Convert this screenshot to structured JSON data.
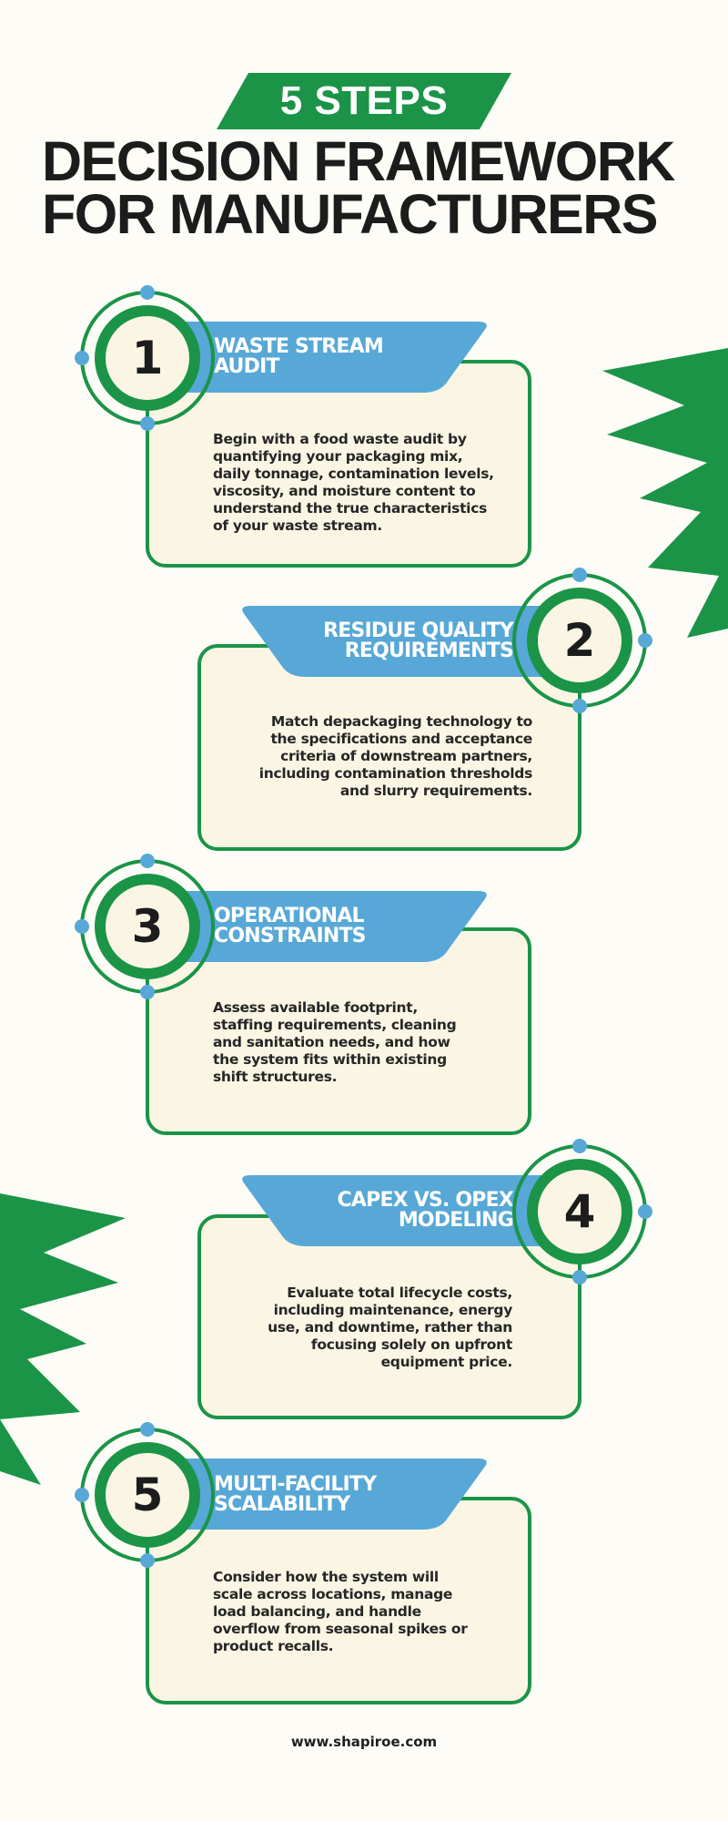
{
  "header": {
    "badge": "5 STEPS",
    "title_line1": "DECISION FRAMEWORK",
    "title_line2": "FOR MANUFACTURERS"
  },
  "colors": {
    "background": "#fdfcf7",
    "green": "#1b9447",
    "blue": "#57a8d6",
    "card_fill": "#fbf6e4",
    "text": "#1c1c1c"
  },
  "steps": [
    {
      "number": "1",
      "title_line1": "WASTE STREAM",
      "title_line2": "AUDIT",
      "description": [
        "Begin with a food waste audit by",
        "quantifying your packaging mix,",
        "daily tonnage, contamination levels,",
        "viscosity, and moisture content to",
        "understand the true characteristics",
        "of your waste stream."
      ]
    },
    {
      "number": "2",
      "title_line1": "RESIDUE QUALITY",
      "title_line2": "REQUIREMENTS",
      "description": [
        "Match depackaging technology to",
        "the specifications and acceptance",
        "criteria of downstream partners,",
        "including contamination thresholds",
        "and slurry requirements."
      ]
    },
    {
      "number": "3",
      "title_line1": "OPERATIONAL",
      "title_line2": "CONSTRAINTS",
      "description": [
        "Assess available footprint,",
        "staffing requirements, cleaning",
        "and sanitation needs, and how",
        "the system fits within existing",
        "shift structures."
      ]
    },
    {
      "number": "4",
      "title_line1": "CAPEX VS. OPEX",
      "title_line2": "MODELING",
      "description": [
        "Evaluate total lifecycle costs,",
        "including maintenance, energy",
        "use, and downtime, rather than",
        "focusing solely on upfront",
        "equipment price."
      ]
    },
    {
      "number": "5",
      "title_line1": "MULTI-FACILITY",
      "title_line2": "SCALABILITY",
      "description": [
        "Consider how the system will",
        "scale across locations, manage",
        "load balancing, and handle",
        "overflow from seasonal spikes or",
        "product recalls."
      ]
    }
  ],
  "footer": {
    "website": "www.shapiroe.com"
  }
}
